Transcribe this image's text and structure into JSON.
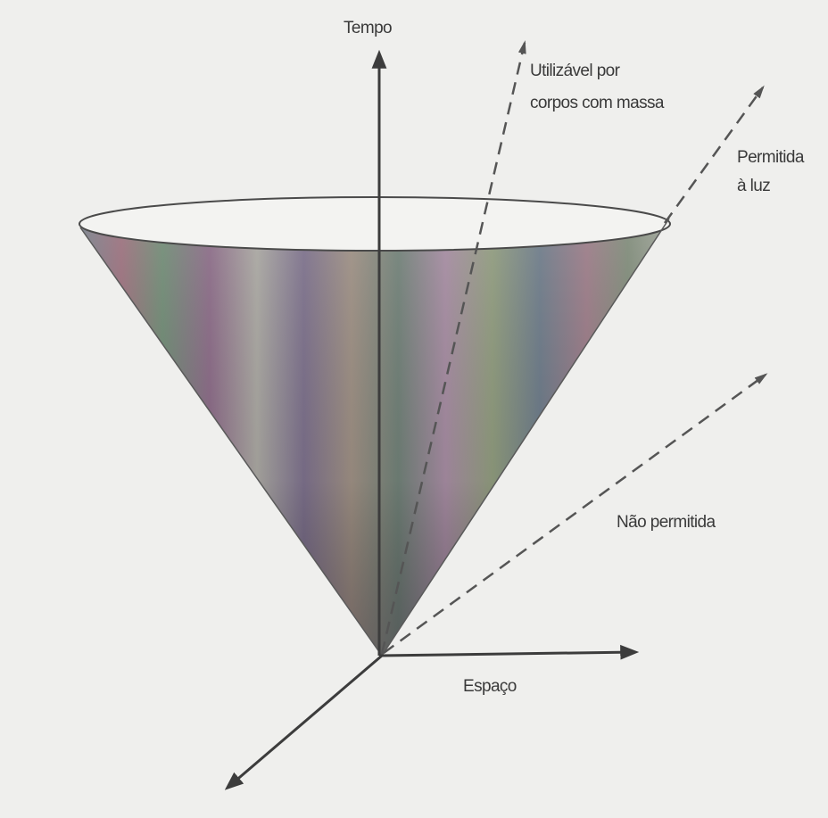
{
  "labels": {
    "time_axis": "Tempo",
    "space_axis": "Espaço",
    "massive_line_1": "Utilizável por",
    "massive_line_2": "corpos com massa",
    "light_line_1": "Permitida",
    "light_line_2": "à luz",
    "not_allowed": "Não permitida"
  },
  "colors": {
    "axis": "#3c3c3c",
    "dashed": "#555555",
    "background": "#efefed",
    "cone_colors": [
      "#8a6a78",
      "#5f7a6a",
      "#7d6580",
      "#8c8f72",
      "#5d6f7c",
      "#97708a"
    ]
  }
}
